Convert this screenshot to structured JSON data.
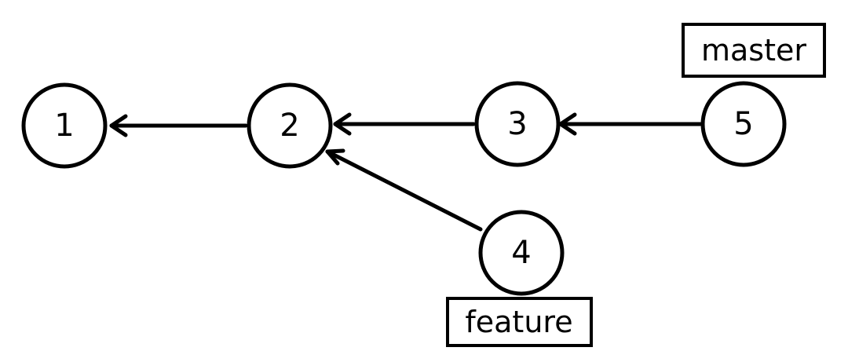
{
  "commits": [
    {
      "id": "c1",
      "label": "1"
    },
    {
      "id": "c2",
      "label": "2"
    },
    {
      "id": "c3",
      "label": "3"
    },
    {
      "id": "c4",
      "label": "4"
    },
    {
      "id": "c5",
      "label": "5"
    }
  ],
  "edges": [
    {
      "from": "c2",
      "to": "c1"
    },
    {
      "from": "c3",
      "to": "c2"
    },
    {
      "from": "c5",
      "to": "c3"
    },
    {
      "from": "c4",
      "to": "c2"
    }
  ],
  "branches": [
    {
      "id": "master",
      "label": "master",
      "points_to": "c5"
    },
    {
      "id": "feature",
      "label": "feature",
      "points_to": "c4"
    }
  ],
  "colors": {
    "stroke": "#000000",
    "background": "#ffffff"
  }
}
